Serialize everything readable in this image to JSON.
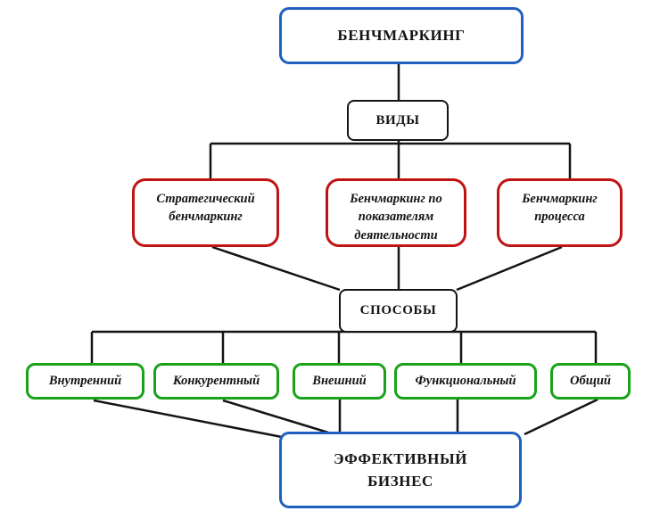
{
  "diagram": {
    "root": {
      "label": "БЕНЧМАРКИНГ"
    },
    "kinds_header": {
      "label": "ВИДЫ"
    },
    "kinds": [
      {
        "label": "Стратегический бенчмаркинг"
      },
      {
        "label": "Бенчмаркинг по показателям деятельности"
      },
      {
        "label": "Бенчмаркинг процесса"
      }
    ],
    "ways_header": {
      "label": "СПОСОБЫ"
    },
    "ways": [
      {
        "label": "Внутренний"
      },
      {
        "label": "Конкурентный"
      },
      {
        "label": "Внешний"
      },
      {
        "label": "Функциональный"
      },
      {
        "label": "Общий"
      }
    ],
    "result": {
      "label": "ЭФФЕКТИВНЫЙ БИЗНЕС"
    }
  },
  "colors": {
    "root_border": "#2060c0",
    "kind_border": "#c01414",
    "way_border": "#1aa21a",
    "header_border": "#141414",
    "connector": "#141414",
    "text": "#141414",
    "background": "#ffffff"
  }
}
